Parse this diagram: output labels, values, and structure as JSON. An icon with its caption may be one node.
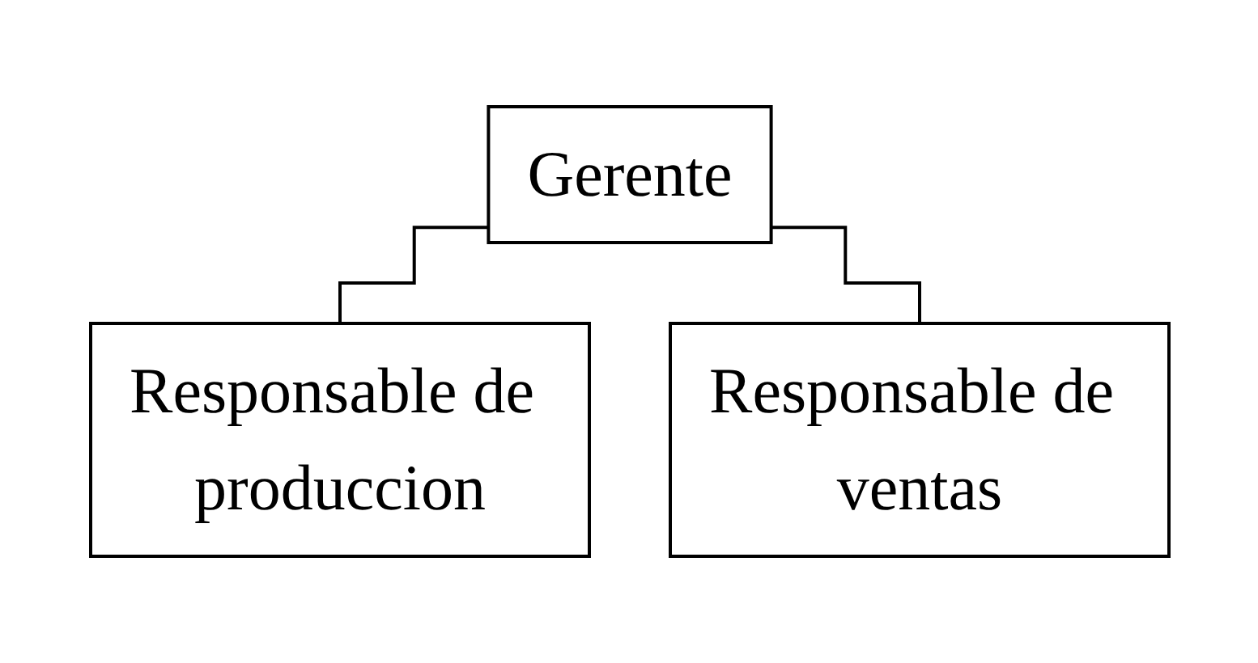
{
  "diagram": {
    "nodes": [
      {
        "text": [
          "Gerente"
        ]
      },
      {
        "text": [
          "Responsable de produccion"
        ]
      },
      {
        "text": [
          "Responsable de ventas"
        ]
      }
    ],
    "edges": [
      {
        "from": 0,
        "to": 1,
        "arrow": "none"
      },
      {
        "from": 0,
        "to": 2,
        "arrow": "none"
      }
    ]
  }
}
